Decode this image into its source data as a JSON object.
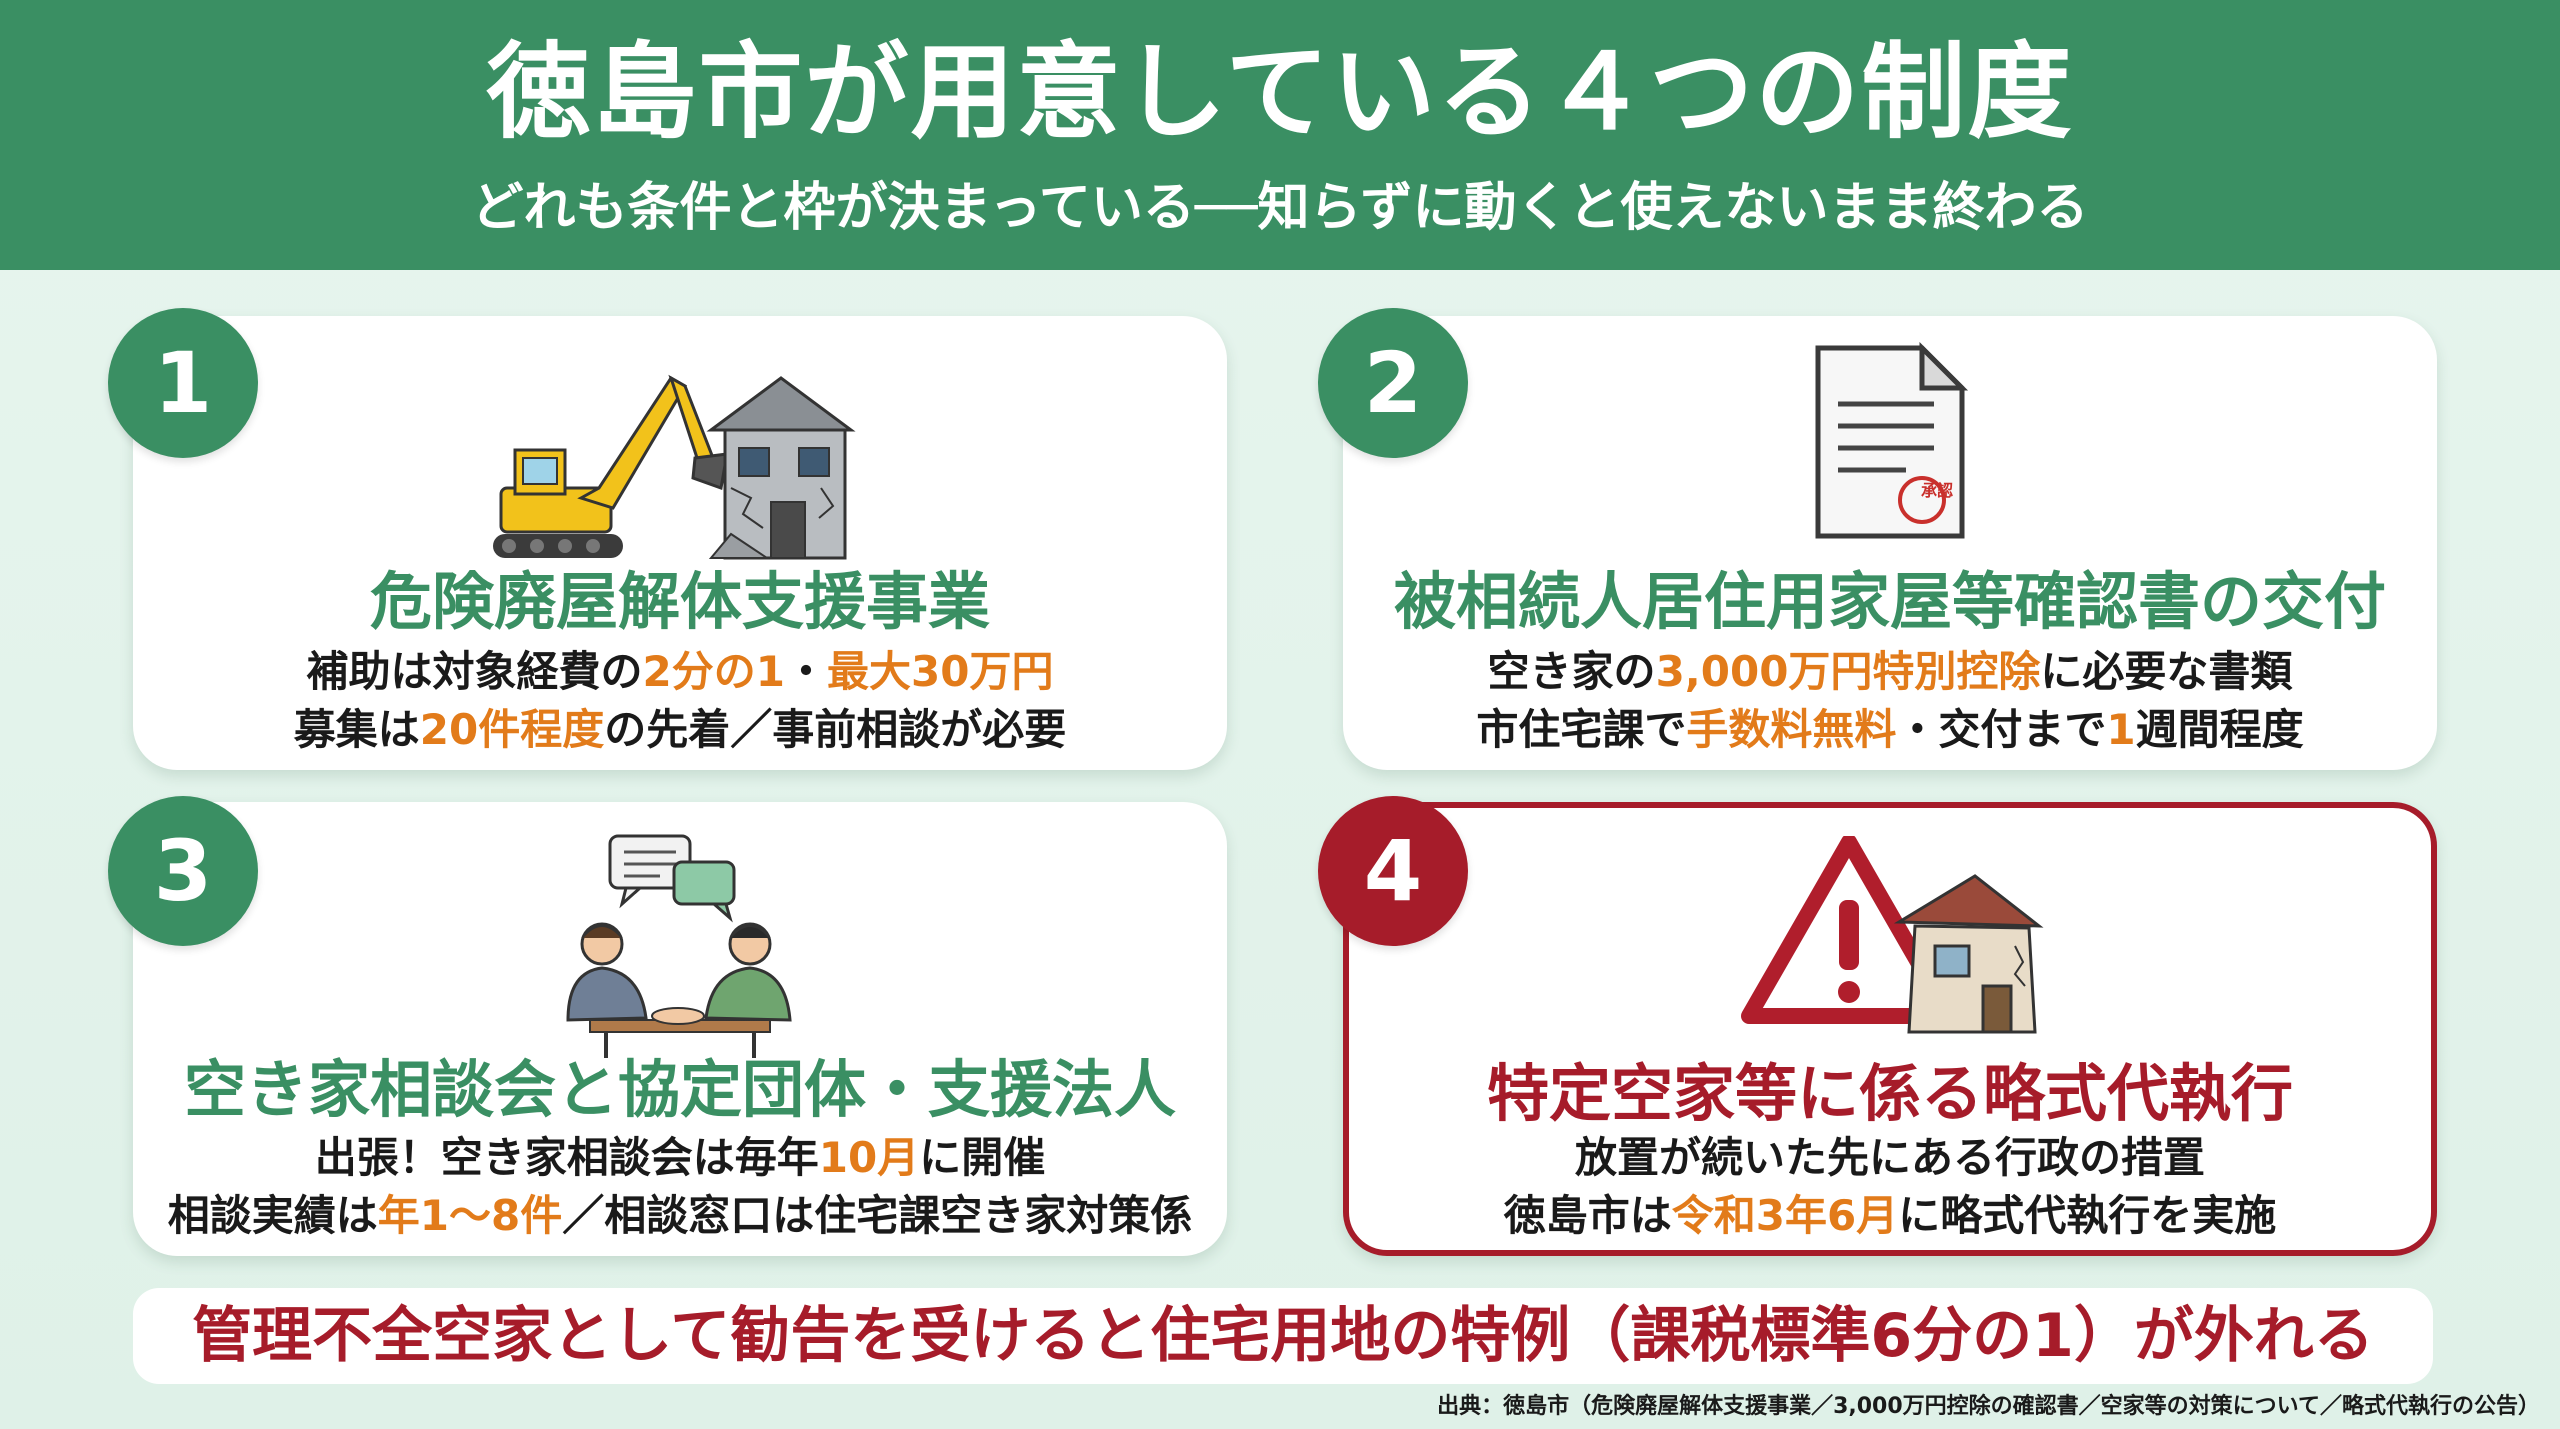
{
  "header": {
    "title": "徳島市が用意している４つの制度",
    "subtitle": "どれも条件と枠が決まっている──知らずに動くと使えないまま終わる"
  },
  "cards": [
    {
      "number": "1",
      "title": "危険廃屋解体支援事業",
      "line1": [
        "補助は対象経費の",
        "2分の1",
        "・",
        "最大30万円",
        ""
      ],
      "line2": [
        "募集は",
        "20件程度",
        "の先着／事前相談が必要",
        "",
        ""
      ],
      "icon": "excavator-demolition-icon"
    },
    {
      "number": "2",
      "title": "被相続人居住用家屋等確認書の交付",
      "line1": [
        "空き家の",
        "3,000万円特別控除",
        "に必要な書類",
        "",
        ""
      ],
      "line2": [
        "市住宅課で",
        "手数料無料",
        "・交付まで",
        "1",
        "週間程度"
      ],
      "icon": "document-stamp-icon",
      "stamp_text": "承認"
    },
    {
      "number": "3",
      "title": "空き家相談会と協定団体・支援法人",
      "line1": [
        "出張！空き家相談会は毎年",
        "10月",
        "に開催",
        "",
        ""
      ],
      "line2": [
        "相談実績は",
        "年1〜8件",
        "／相談窓口は住宅課空き家対策係",
        "",
        ""
      ],
      "icon": "consultation-icon"
    },
    {
      "number": "4",
      "title": "特定空家等に係る略式代執行",
      "line1": [
        "放置が続いた先にある行政の措置",
        "",
        "",
        "",
        ""
      ],
      "line2": [
        "徳島市は",
        "令和3年6月",
        "に略式代執行を実施",
        "",
        ""
      ],
      "icon": "warning-house-icon"
    }
  ],
  "banner": "管理不全空家として勧告を受けると住宅用地の特例（課税標準6分の1）が外れる",
  "source": "出典：徳島市（危険廃屋解体支援事業／3,000万円控除の確認書／空家等の対策について／略式代執行の公告）",
  "colors": {
    "green": "#3a8f63",
    "red": "#a61c2a",
    "orange": "#e27b1a"
  }
}
